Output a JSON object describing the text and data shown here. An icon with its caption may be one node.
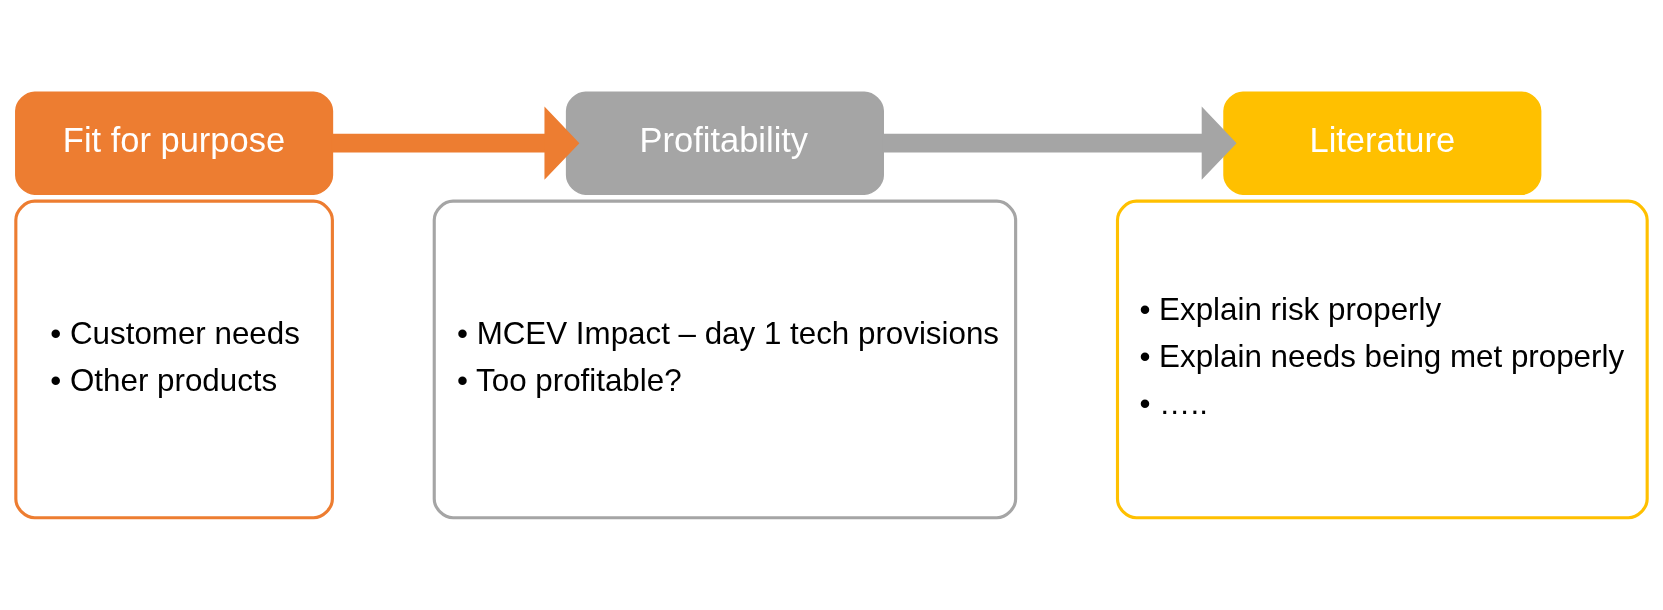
{
  "diagram": {
    "nodes": [
      {
        "text": [
          "Fit for purpose"
        ]
      },
      {
        "text": [
          "• Customer needs",
          "• Other products"
        ]
      },
      {
        "text": [
          "Profitability"
        ]
      },
      {
        "text": [
          "• MCEV Impact – day 1 tech provisions",
          "• Too profitable?"
        ]
      },
      {
        "text": [
          "Literature"
        ]
      },
      {
        "text": [
          "• Explain risk properly",
          "• Explain needs being met properly",
          "• ….."
        ]
      }
    ],
    "edges": [
      {
        "from": 0,
        "to": 2,
        "arrow": "to",
        "color": "#ed7d31"
      },
      {
        "from": 2,
        "to": 4,
        "arrow": "to",
        "color": "#a5a5a5"
      }
    ]
  }
}
